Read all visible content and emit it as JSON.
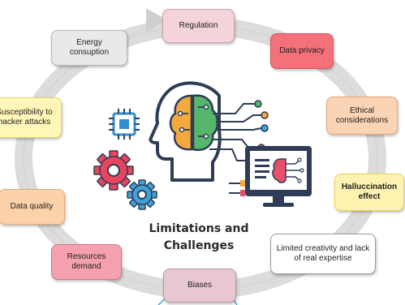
{
  "title_lines": [
    "Limitations and",
    "Challenges"
  ],
  "items": {
    "regulation": {
      "label": "Regulation",
      "bg": "#f4d3da",
      "border": "#c9a4ae"
    },
    "data_privacy": {
      "label": "Data privacy",
      "bg": "#f4707a",
      "border": "#d85560"
    },
    "ethical": {
      "label": "Ethical considerations",
      "bg": "#fad4b4",
      "border": "#e8a678"
    },
    "hallucination": {
      "label": "Halluccination effect",
      "bg": "#fff2b0",
      "border": "#f0d24a"
    },
    "creativity": {
      "label": "Limited creativity and lack of real expertise",
      "bg": "#ffffff",
      "border": "#9a9a9a"
    },
    "biases": {
      "label": "Biases",
      "bg": "#e8c6d2",
      "border": "#b59aa6"
    },
    "resources": {
      "label": "Resources demand",
      "bg": "#f4a0ae",
      "border": "#d2788a"
    },
    "data_quality": {
      "label": "Data quality",
      "bg": "#fcd2aa",
      "border": "#e4a87a"
    },
    "hacker": {
      "label": "Susceptibility to hacker attacks",
      "bg": "#fff6b8",
      "border": "#e6d170"
    },
    "energy": {
      "label": "Energy consuption",
      "bg": "#e9e9e9",
      "border": "#b4b4b4"
    }
  },
  "icons": [
    "head-brain-icon",
    "chip-icon",
    "gear-red-icon",
    "gear-blue-icon",
    "monitor-icon"
  ],
  "colors": {
    "ring": "#d8d8d8",
    "circuit_orange": "#f3a93d",
    "circuit_green": "#56b66b",
    "circuit_blue": "#3ba7d9",
    "circuit_pink": "#e8506a",
    "gear_red": "#e8445e",
    "gear_blue": "#3fa3d8",
    "chip_blue": "#2f8fd0",
    "navy": "#2e3c56"
  }
}
